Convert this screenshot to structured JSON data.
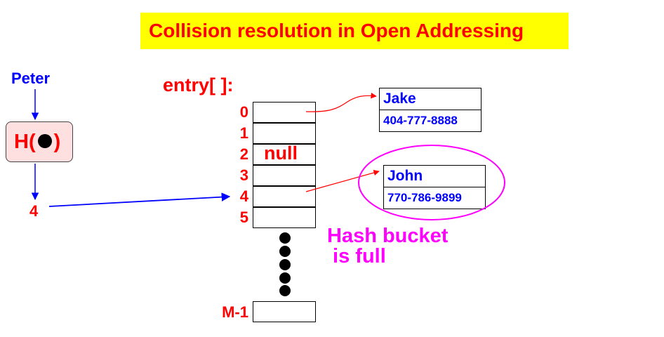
{
  "title": "Collision resolution in Open Addressing",
  "key": "Peter",
  "hash_function": {
    "label_prefix": "H(",
    "label_suffix": ")"
  },
  "hash_value": "4",
  "array": {
    "label": "entry[ ]:",
    "indices": [
      "0",
      "1",
      "2",
      "3",
      "4",
      "5"
    ],
    "last_index": "M-1",
    "null_label": "null"
  },
  "nodes": [
    {
      "name": "Jake",
      "phone": "404-777-8888"
    },
    {
      "name": "John",
      "phone": "770-786-9899"
    }
  ],
  "note": {
    "line1": "Hash bucket",
    "line2": " is full"
  },
  "colors": {
    "title_bg": "#ffff00",
    "title_text": "#ff0000",
    "key_text": "#0000ff",
    "hash_box_bg": "#ffe0e0",
    "array_text": "#ff0000",
    "node_text": "#0000ff",
    "note_text": "#ff00ff",
    "pointer_arrow": "#ff0000",
    "flow_arrow": "#0000ff"
  }
}
